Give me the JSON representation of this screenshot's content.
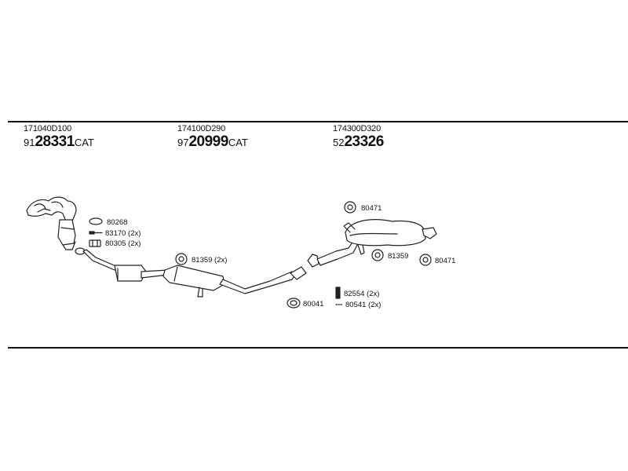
{
  "parts": [
    {
      "oe_number": "171040D100",
      "prefix": "91",
      "main": "28331",
      "suffix": "CAT"
    },
    {
      "oe_number": "174100D290",
      "prefix": "97",
      "main": "20999",
      "suffix": "CAT"
    },
    {
      "oe_number": "174300D320",
      "prefix": "52",
      "main": "23326",
      "suffix": ""
    }
  ],
  "labels": {
    "gasket_front": "80268",
    "bolt_front": "83170 (2x)",
    "nut_front": "80305 (2x)",
    "hanger_mid": "81359 (2x)",
    "hanger_rear_top": "80471",
    "hanger_rear_left": "81359",
    "hanger_rear_right": "80471",
    "gasket_rear": "80041",
    "bolt_rear": "82554 (2x)",
    "spring_rear": "80541 (2x)"
  }
}
